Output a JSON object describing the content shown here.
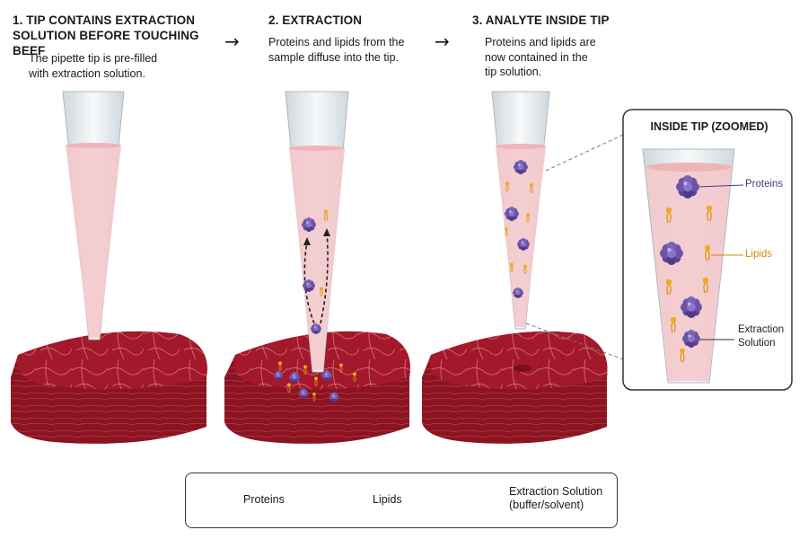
{
  "steps": [
    {
      "title": "1. TIP CONTAINS EXTRACTION\nSOLUTION BEFORE TOUCHING BEEF",
      "description": "The pipette tip is pre-filled\nwith extraction solution."
    },
    {
      "title": "2. EXTRACTION",
      "description": "Proteins and lipids from the\nsample diffuse into the tip."
    },
    {
      "title": "3. ANALYTE INSIDE TIP",
      "description": "Proteins and lipids are\nnow contained in the\ntip solution."
    }
  ],
  "arrow_glyph": "→",
  "zoom": {
    "title": "INSIDE TIP (ZOOMED)",
    "labels": {
      "proteins": "Proteins",
      "lipids": "Lipids",
      "solution": "Extraction\nSolution"
    }
  },
  "legend": {
    "proteins": "Proteins",
    "lipids": "Lipids",
    "solution": "Extraction Solution\n(buffer/solvent)"
  },
  "colors": {
    "solution": "#f4c9cc",
    "protein": "#6b55a8",
    "lipid": "#e8a21a",
    "beef": "#a3182a",
    "beef_side": "#8c1322",
    "tip_glass": "#e6ecf0"
  }
}
